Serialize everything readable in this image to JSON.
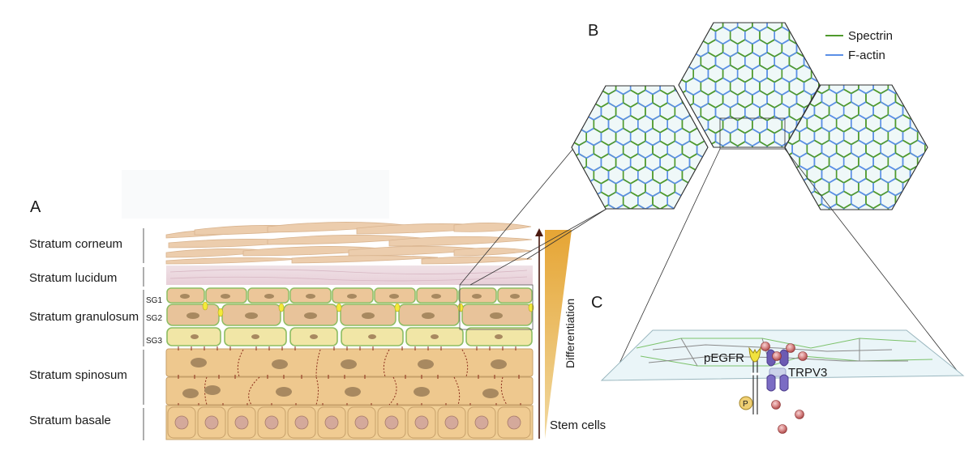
{
  "panels": {
    "a": "A",
    "b": "B",
    "c": "C"
  },
  "layers": [
    {
      "key": "corneum",
      "label": "Stratum corneum"
    },
    {
      "key": "lucidum",
      "label": "Stratum lucidum"
    },
    {
      "key": "granulosum",
      "label": "Stratum granulosum"
    },
    {
      "key": "spinosum",
      "label": "Stratum spinosum"
    },
    {
      "key": "basale",
      "label": "Stratum basale"
    }
  ],
  "sublayers": {
    "sg1": "SG1",
    "sg2": "SG2",
    "sg3": "SG3"
  },
  "axis": {
    "differentiation": "Differentiation",
    "stem_cells": "Stem cells"
  },
  "legend": {
    "spectrin": {
      "label": "Spectrin",
      "color": "#4f9a2c"
    },
    "factin": {
      "label": "F-actin",
      "color": "#5b8fe6"
    }
  },
  "molecules": {
    "pegfr": "pEGFR",
    "trpv3": "TRPV3",
    "phospho": "P"
  },
  "colors": {
    "corneum_cell": "#eecfae",
    "lucidum_band": "#f3e2e7",
    "granular_cell": "#ecc699",
    "granular_light": "#f1e6a6",
    "tight_junction": "#7cbf4a",
    "spinous_cell": "#eec88e",
    "nucleus": "#a88960",
    "desmosome": "#8a2c1a",
    "gradient_arrow": "#e3a73a",
    "arrow_shaft": "#4b1a10"
  }
}
